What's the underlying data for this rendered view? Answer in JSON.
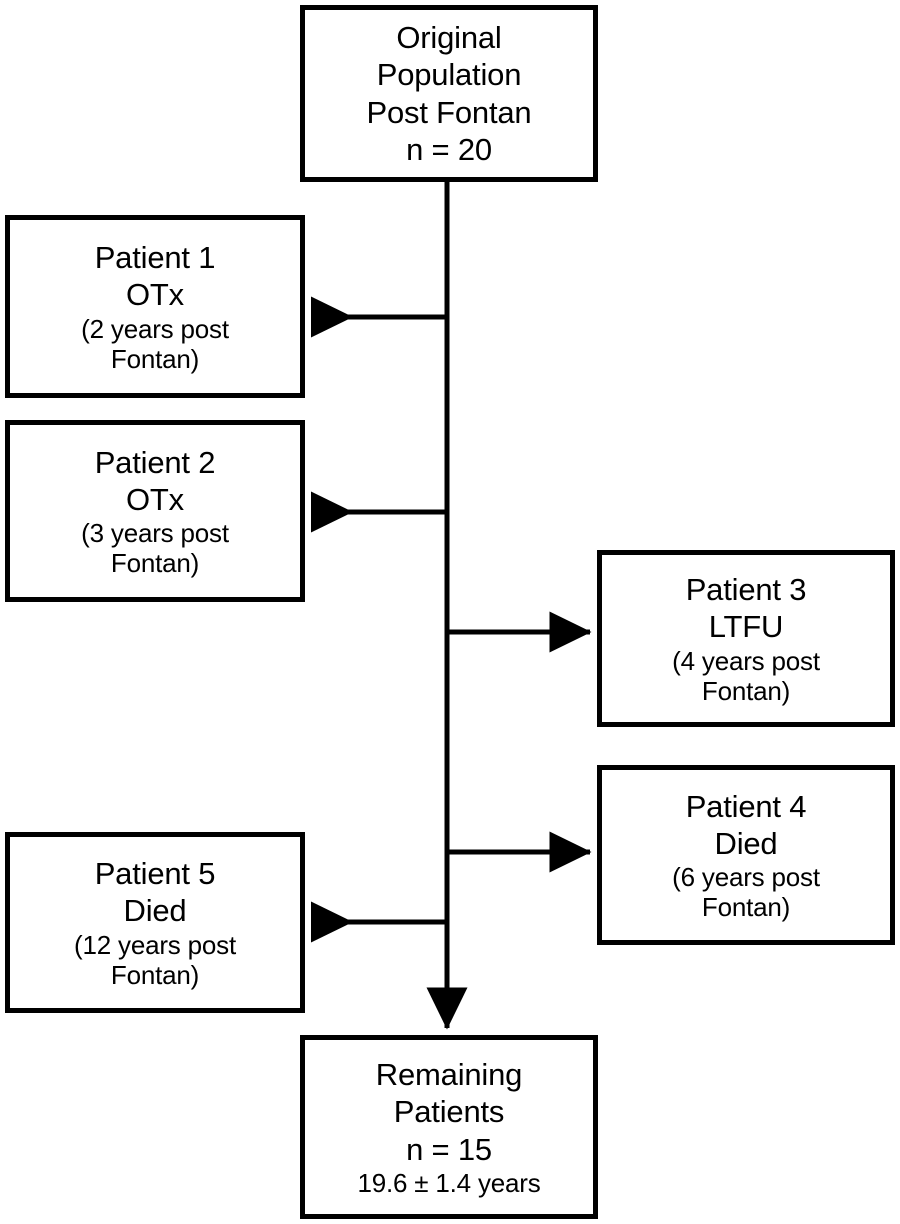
{
  "diagram": {
    "title": "Fontan patient cohort flow diagram",
    "stroke_color": "#000000",
    "background_color": "#ffffff"
  },
  "nodes": {
    "origin": {
      "name": "Original Population Post Fontan",
      "lines_major": [
        "Original",
        "Population",
        "Post Fontan",
        "n = 20"
      ],
      "lines_minor": [],
      "count_label": "n = 20"
    },
    "patient1": {
      "name": "Patient 1",
      "lines_major": [
        "Patient 1",
        "OTx"
      ],
      "lines_minor": [
        "(2 years post",
        "Fontan)"
      ],
      "outcome": "OTx",
      "years_post_fontan": 2
    },
    "patient2": {
      "name": "Patient 2",
      "lines_major": [
        "Patient 2",
        "OTx"
      ],
      "lines_minor": [
        "(3 years post",
        "Fontan)"
      ],
      "outcome": "OTx",
      "years_post_fontan": 3
    },
    "patient3": {
      "name": "Patient 3",
      "lines_major": [
        "Patient 3",
        "LTFU"
      ],
      "lines_minor": [
        "(4 years post",
        "Fontan)"
      ],
      "outcome": "LTFU",
      "years_post_fontan": 4
    },
    "patient4": {
      "name": "Patient 4",
      "lines_major": [
        "Patient 4",
        "Died"
      ],
      "lines_minor": [
        "(6 years post",
        "Fontan)"
      ],
      "outcome": "Died",
      "years_post_fontan": 6
    },
    "patient5": {
      "name": "Patient 5",
      "lines_major": [
        "Patient 5",
        "Died"
      ],
      "lines_minor": [
        "(12 years post",
        "Fontan)"
      ],
      "outcome": "Died",
      "years_post_fontan": 12
    },
    "remaining": {
      "name": "Remaining Patients",
      "lines_major": [
        "Remaining",
        "Patients",
        "n = 15"
      ],
      "lines_minor": [
        "19.6 ± 1.4 years"
      ],
      "count_label": "n = 15",
      "followup_label": "19.6 ± 1.4 years"
    }
  },
  "edges": [
    {
      "id": "origin-to-patient1",
      "from": "origin",
      "to": "patient1",
      "direction": "left"
    },
    {
      "id": "origin-to-patient2",
      "from": "origin",
      "to": "patient2",
      "direction": "left"
    },
    {
      "id": "origin-to-patient3",
      "from": "origin",
      "to": "patient3",
      "direction": "right"
    },
    {
      "id": "origin-to-patient4",
      "from": "origin",
      "to": "patient4",
      "direction": "right"
    },
    {
      "id": "origin-to-patient5",
      "from": "origin",
      "to": "patient5",
      "direction": "left"
    },
    {
      "id": "origin-to-remaining",
      "from": "origin",
      "to": "remaining",
      "direction": "down"
    }
  ]
}
